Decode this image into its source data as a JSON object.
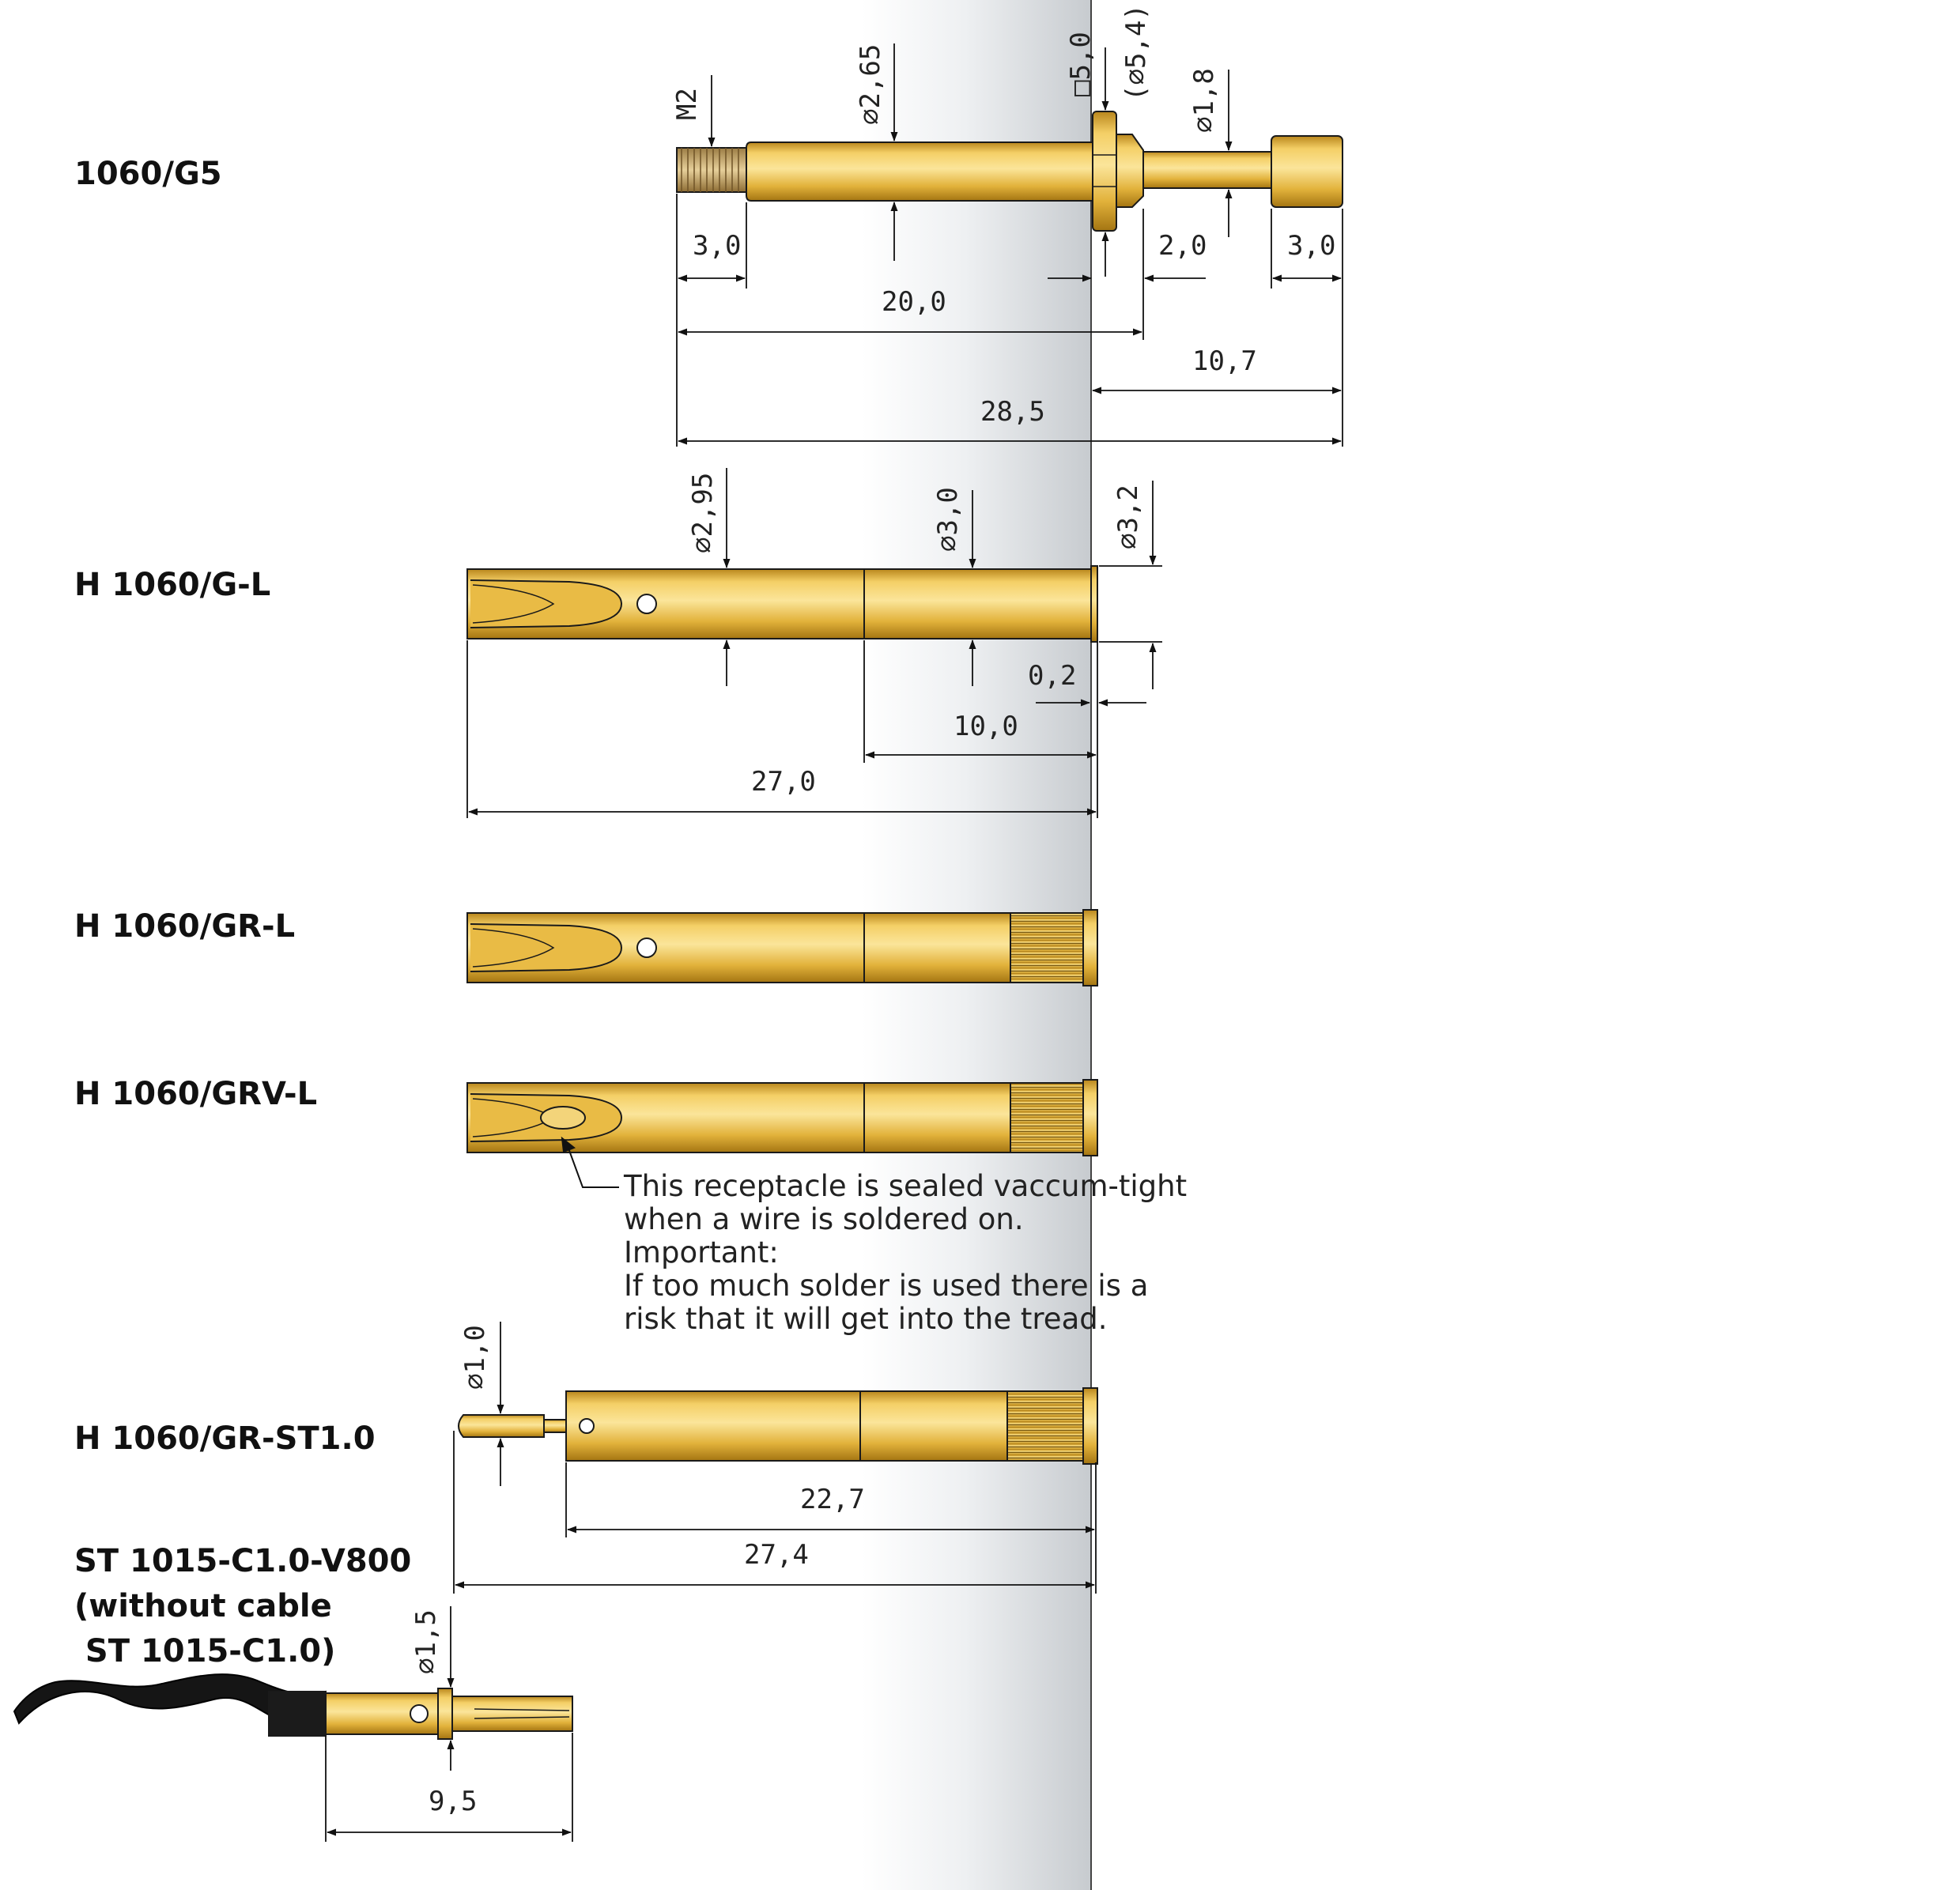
{
  "colors": {
    "gold_light": "#f6d77a",
    "gold_mid": "#e0b13a",
    "gold_dark": "#a77a12",
    "outline": "#1a1a1a",
    "panel_left": "#ffffff",
    "panel_right": "#c8ccd0",
    "cable": "#151515"
  },
  "parts": [
    {
      "id": "1060-g5",
      "label": "1060/G5"
    },
    {
      "id": "h1060-g-l",
      "label": "H 1060/G-L"
    },
    {
      "id": "h1060-gr-l",
      "label": "H 1060/GR-L"
    },
    {
      "id": "h1060-grv-l",
      "label": "H 1060/GRV-L"
    },
    {
      "id": "h1060-gr-st1",
      "label": "H 1060/GR-ST1.0"
    },
    {
      "id": "st1015",
      "label_lines": [
        "ST 1015-C1.0-V800",
        "(without cable",
        " ST 1015-C1.0)"
      ]
    }
  ],
  "dimensions": {
    "g5": {
      "thread": "M2",
      "body_dia": "⌀2,65",
      "square": "□5,0",
      "collar_dia": "(⌀5,4)",
      "pin_dia": "⌀1,8",
      "thread_len": "3,0",
      "collar_len": "2,0",
      "head_len": "3,0",
      "len_a": "20,0",
      "len_b": "10,7",
      "total": "28,5"
    },
    "gl": {
      "dia_a": "⌀2,95",
      "dia_b": "⌀3,0",
      "dia_c": "⌀3,2",
      "lip": "0,2",
      "front": "10,0",
      "total": "27,0"
    },
    "st": {
      "pin_dia": "⌀1,0",
      "body_len": "22,7",
      "total": "27,4"
    },
    "st1015": {
      "dia": "⌀1,5",
      "len": "9,5"
    }
  },
  "note_lines": [
    "This receptacle is sealed vaccum-tight",
    "when a wire is soldered on.",
    "Important:",
    "If too much solder is used there is a",
    "risk that it will get into the tread."
  ]
}
